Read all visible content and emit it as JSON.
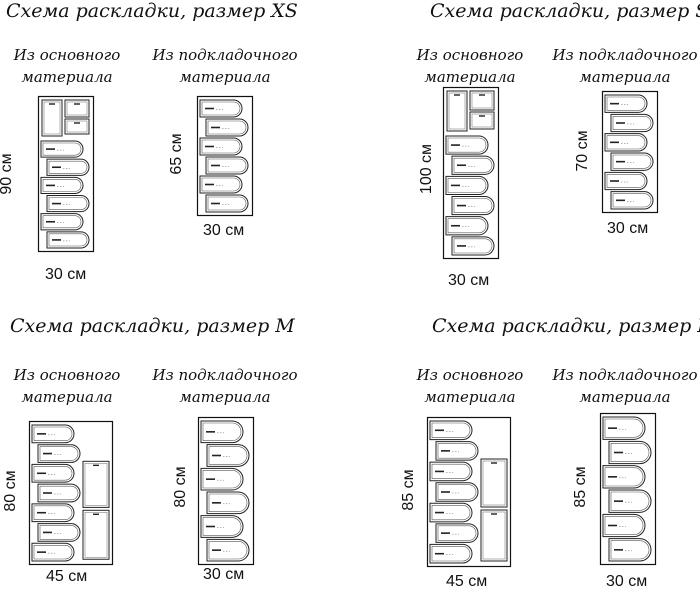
{
  "unit": "см",
  "sections": [
    {
      "title": "Схема раскладки, размер XS",
      "main": {
        "label_line1": "Из основного",
        "label_line2": "материала",
        "length": "90",
        "width": "30"
      },
      "lining": {
        "label_line1": "Из подкладочного",
        "label_line2": "материала",
        "length": "65",
        "width": "30"
      }
    },
    {
      "title": "Схема раскладки, размер S",
      "main": {
        "label_line1": "Из основного",
        "label_line2": "материала",
        "length": "100",
        "width": "30"
      },
      "lining": {
        "label_line1": "Из подкладочного",
        "label_line2": "материала",
        "length": "70",
        "width": "30"
      }
    },
    {
      "title": "Схема раскладки, размер M",
      "main": {
        "label_line1": "Из основного",
        "label_line2": "материала",
        "length": "80",
        "width": "45"
      },
      "lining": {
        "label_line1": "Из подкладочного",
        "label_line2": "материала",
        "length": "80",
        "width": "30"
      }
    },
    {
      "title": "Схема раскладки, размер L",
      "main": {
        "label_line1": "Из основного",
        "label_line2": "материала",
        "length": "85",
        "width": "45"
      },
      "lining": {
        "label_line1": "Из подкладочного",
        "label_line2": "материала",
        "length": "85",
        "width": "30"
      }
    }
  ],
  "labels": {
    "xs_main_len": "90 см",
    "xs_main_wid": "30 см",
    "xs_lin_len": "65 см",
    "xs_lin_wid": "30 см",
    "s_main_len": "100 см",
    "s_main_wid": "30 см",
    "s_lin_len": "70 см",
    "s_lin_wid": "30 см",
    "m_main_len": "80 см",
    "m_main_wid": "45 см",
    "m_lin_len": "80 см",
    "m_lin_wid": "30 см",
    "l_main_len": "85 см",
    "l_main_wid": "45 см",
    "l_lin_len": "85 см",
    "l_lin_wid": "30 см"
  }
}
